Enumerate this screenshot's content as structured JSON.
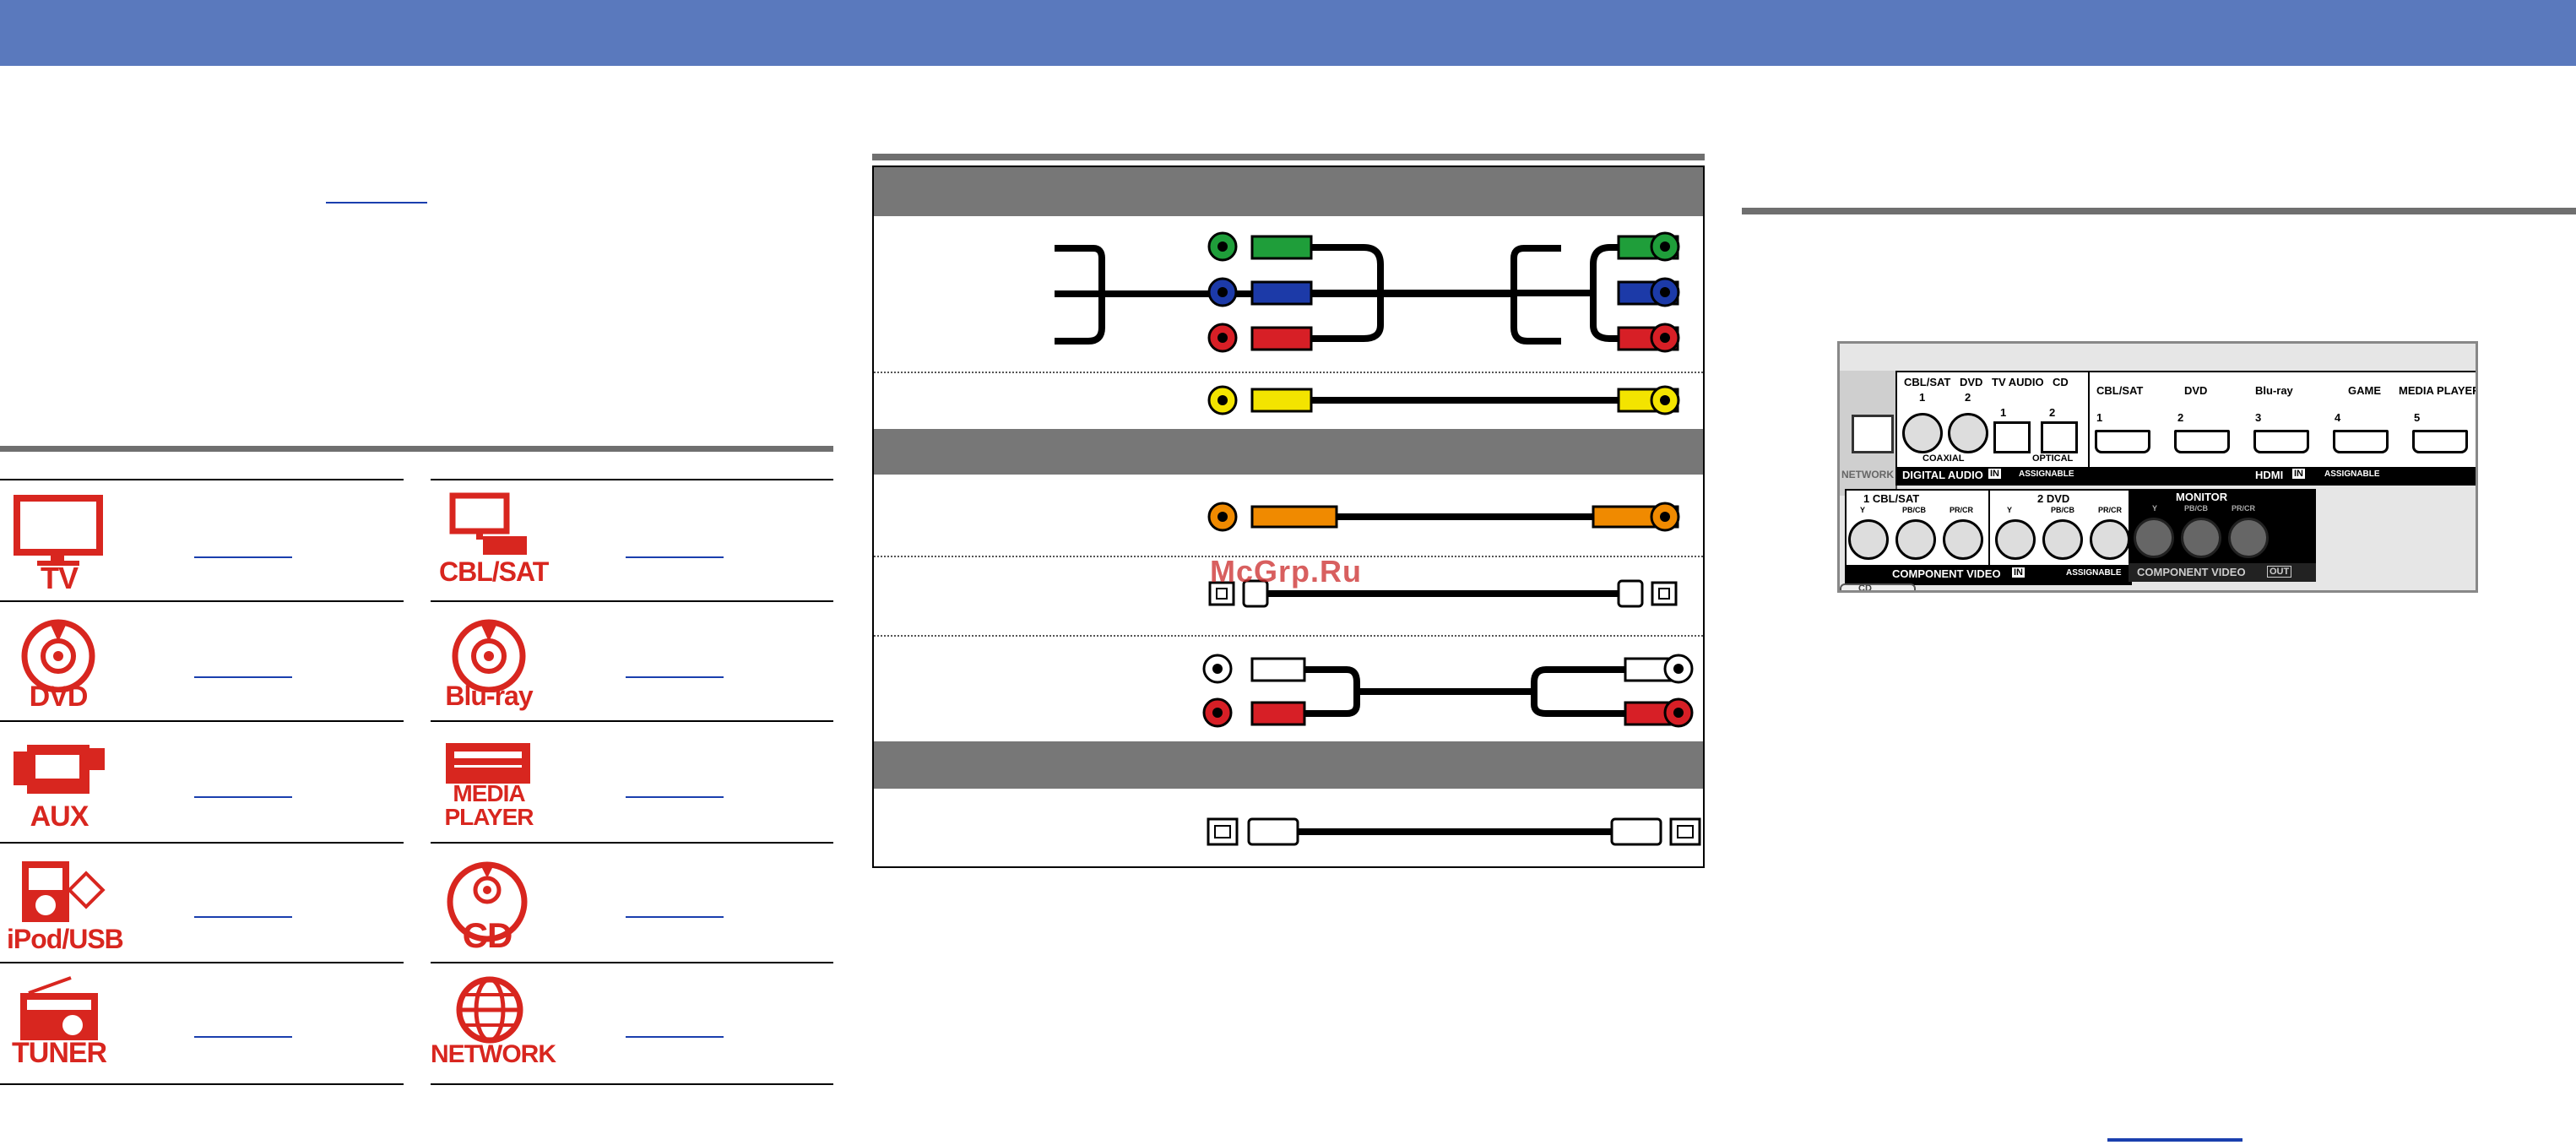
{
  "watermark": "McGrp.Ru",
  "sources": [
    {
      "label": "TV",
      "icon": "tv-icon"
    },
    {
      "label": "CBL/SAT",
      "icon": "cable-box-icon"
    },
    {
      "label": "DVD",
      "icon": "disc-icon"
    },
    {
      "label": "Blu-ray",
      "icon": "disc-icon"
    },
    {
      "label": "AUX",
      "icon": "camcorder-icon"
    },
    {
      "label": "MEDIA PLAYER",
      "icon": "media-player-icon"
    },
    {
      "label": "iPod/USB",
      "icon": "ipod-usb-icon"
    },
    {
      "label": "CD",
      "icon": "disc-icon"
    },
    {
      "label": "TUNER",
      "icon": "radio-icon"
    },
    {
      "label": "NETWORK",
      "icon": "globe-icon"
    }
  ],
  "panel": {
    "network": "NETWORK",
    "digital_top": {
      "cblsat": "CBL/SAT",
      "dvd": "DVD",
      "tvaudio": "TV AUDIO",
      "cd": "CD",
      "n1": "1",
      "n2": "2",
      "n3": "1",
      "n4": "2"
    },
    "coaxial": "COAXIAL",
    "optical": "OPTICAL",
    "digital_audio": "DIGITAL AUDIO",
    "in": "IN",
    "assignable": "ASSIGNABLE",
    "hdmi_inputs": [
      {
        "name": "CBL/SAT",
        "num": "1"
      },
      {
        "name": "DVD",
        "num": "2"
      },
      {
        "name": "Blu-ray",
        "num": "3"
      },
      {
        "name": "GAME",
        "num": "4"
      },
      {
        "name": "MEDIA PLAYER",
        "num": "5"
      }
    ],
    "hdmi": "HDMI",
    "comp1": "1 CBL/SAT",
    "comp2": "2 DVD",
    "y": "Y",
    "pb": "PB/CB",
    "pr": "PR/CR",
    "component_video": "COMPONENT VIDEO",
    "monitor": "MONITOR",
    "out": "OUT",
    "cd_stub": "CD"
  },
  "colors": {
    "header": "#5a79bd",
    "icon_red": "#d8261f",
    "link_blue": "#1a3fae",
    "green": "#1f9e3a",
    "blue": "#1c3aa8",
    "red": "#d71f26",
    "yellow": "#f3e400",
    "orange": "#f08a00"
  }
}
